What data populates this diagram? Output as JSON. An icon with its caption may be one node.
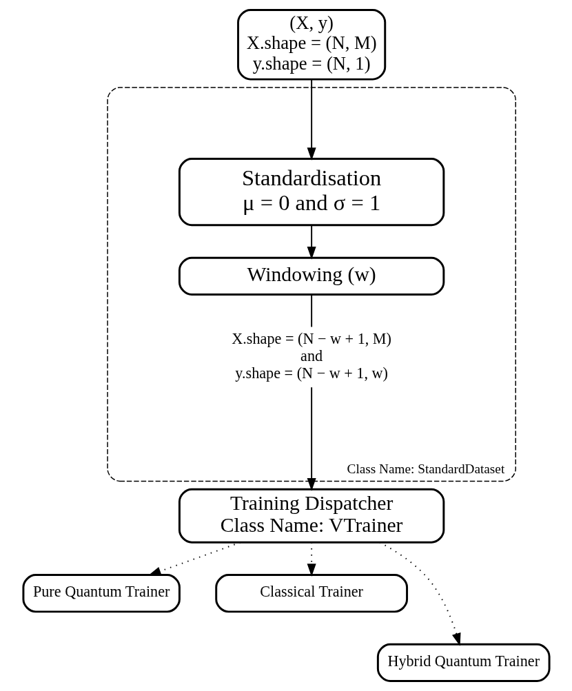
{
  "diagram": {
    "nodes": [
      {
        "text": [
          "(X, y)",
          "X.shape = (N, M)",
          "y.shape = (N, 1)"
        ]
      },
      {
        "text": [
          "Class Name: StandardDataset"
        ]
      },
      {
        "text": [
          "Standardisation",
          "μ = 0 and σ = 1"
        ],
        "in": 1
      },
      {
        "text": [
          "Windowing (w)"
        ],
        "in": 1
      },
      {
        "text": [
          "X.shape = (N − w + 1, M)",
          "and",
          "y.shape = (N − w + 1, w)"
        ],
        "in": 1
      },
      {
        "text": [
          "Training Dispatcher",
          "Class Name: VTrainer"
        ]
      },
      {
        "text": [
          "Pure Quantum Trainer"
        ]
      },
      {
        "text": [
          "Classical Trainer"
        ]
      },
      {
        "text": [
          "Hybrid Quantum Trainer"
        ]
      }
    ],
    "edges": [
      {
        "from": 0,
        "to": 2,
        "arrow": "to"
      },
      {
        "from": 2,
        "to": 3,
        "arrow": "to"
      },
      {
        "from": 3,
        "to": 4,
        "arrow": "none"
      },
      {
        "from": 4,
        "to": 5,
        "arrow": "to"
      },
      {
        "from": 5,
        "to": 6,
        "arrow": "to",
        "style": "dashed"
      },
      {
        "from": 5,
        "to": 8,
        "arrow": "to",
        "style": "dashed"
      },
      {
        "from": 5,
        "to": 7,
        "arrow": "to",
        "style": "dashed"
      }
    ]
  }
}
